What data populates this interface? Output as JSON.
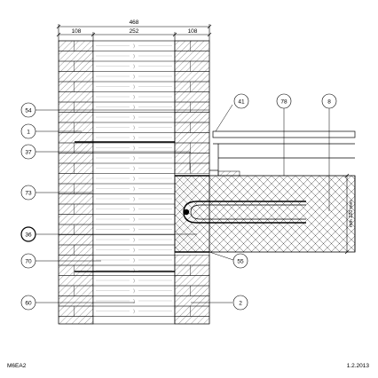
{
  "dimensions": {
    "total": "468",
    "left_leaf": "108",
    "core": "252",
    "right_leaf": "108",
    "slab_height": "min 220 mm"
  },
  "callouts": {
    "left": [
      {
        "id": "c54",
        "label": "54"
      },
      {
        "id": "c1",
        "label": "1"
      },
      {
        "id": "c37",
        "label": "37"
      },
      {
        "id": "c73",
        "label": "73"
      },
      {
        "id": "c36",
        "label": "36"
      },
      {
        "id": "c70",
        "label": "70"
      },
      {
        "id": "c60",
        "label": "60"
      }
    ],
    "top": [
      {
        "id": "c41",
        "label": "41"
      },
      {
        "id": "c78",
        "label": "78"
      },
      {
        "id": "c8",
        "label": "8"
      }
    ],
    "right": [
      {
        "id": "c55",
        "label": "55"
      },
      {
        "id": "c2",
        "label": "2"
      }
    ]
  },
  "footer": {
    "code": "M6EA2",
    "date": "1.2.2013"
  }
}
